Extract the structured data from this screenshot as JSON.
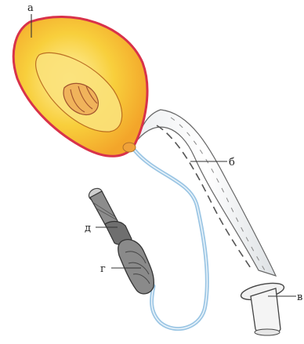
{
  "labels": {
    "a": "а",
    "b": "б",
    "v": "в",
    "g": "г",
    "d": "д"
  },
  "colors": {
    "cuff_rim": "#d8324a",
    "mask_fill": "#f7c230",
    "mask_inner": "#fbe27a",
    "tube_outline": "#555555",
    "pilot_line": "#9cc6e4",
    "valve": "#6f6f6f"
  }
}
